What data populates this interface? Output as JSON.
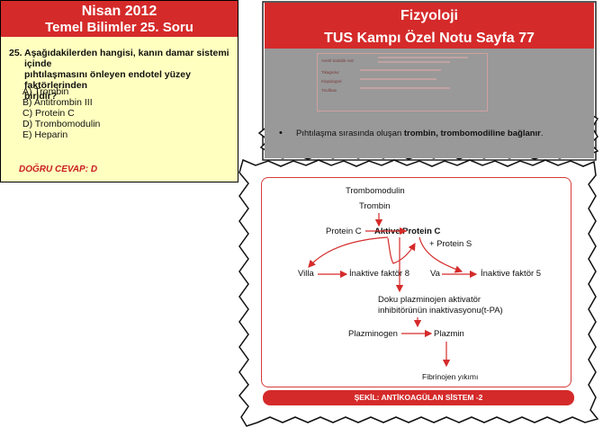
{
  "question_card": {
    "header_line1": "Nisan 2012",
    "header_line2": "Temel Bilimler 25. Soru",
    "number": "25.",
    "question_line1": "Aşağıdakilerden hangisi, kanın damar sistemi içinde",
    "question_line2": "pıhtılaşmasını önleyen endotel yüzey faktörlerinden",
    "question_line3": "biridir?",
    "options": [
      "A) Trombin",
      "B) Antitrombin III",
      "C) Protein C",
      "D) Trombomodulin",
      "E) Heparin"
    ],
    "answer": "DOĞRU CEVAP: D"
  },
  "page": {
    "header_line1": "Fizyoloji",
    "header_line2": "TUS Kampı Özel Notu Sayfa 77",
    "faded_table": [
      "Asetil Salisilik Asit",
      "Tikagrelor",
      "Klopidogrel",
      "Tirofiban"
    ],
    "faded_section": "ANTİKOAGÜLAN SİSTEM",
    "bullet_text_normal": "Pıhtılaşma sırasında oluşan ",
    "bullet_text_bold": "trombin, trombomodiline bağlanır",
    "bullet_text_end": ".",
    "caption": "ŞEKİL: ANTİKOAGÜLAN SİSTEM -2"
  },
  "diagram": {
    "trombomodulin": "Trombomodulin",
    "trombin": "Trombin",
    "protein_c": "Protein C",
    "aktive_protein_c": "Aktive Protein C",
    "protein_s": "+ Protein S",
    "villa": "Villa",
    "inaktive_8": "İnaktive faktör 8",
    "va": "Va",
    "inaktive_5": "İnaktive faktör 5",
    "tpa_line1": "Doku plazminojen aktivatör",
    "tpa_line2": "inhibitörünün inaktivasyonu(t-PA)",
    "plazminogen": "Plazminogen",
    "plazmin": "Plazmin",
    "fibrinojen": "Fibrinojen yıkımı"
  },
  "colors": {
    "red": "#d52a2a",
    "card_bg": "#ffffc0",
    "gray": "#999999"
  }
}
